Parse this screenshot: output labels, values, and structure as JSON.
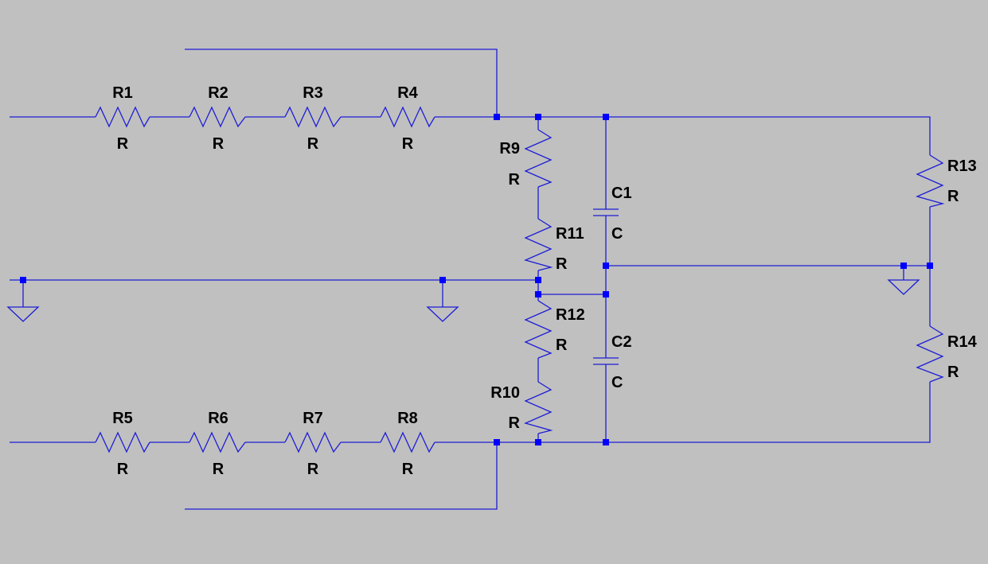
{
  "colors": {
    "background": "#c0c0c0",
    "wire": "#1c1cd6",
    "junction": "#0000ff",
    "label": "#000000"
  },
  "components": {
    "R1": {
      "name": "R1",
      "value": "R"
    },
    "R2": {
      "name": "R2",
      "value": "R"
    },
    "R3": {
      "name": "R3",
      "value": "R"
    },
    "R4": {
      "name": "R4",
      "value": "R"
    },
    "R5": {
      "name": "R5",
      "value": "R"
    },
    "R6": {
      "name": "R6",
      "value": "R"
    },
    "R7": {
      "name": "R7",
      "value": "R"
    },
    "R8": {
      "name": "R8",
      "value": "R"
    },
    "R9": {
      "name": "R9",
      "value": "R"
    },
    "R10": {
      "name": "R10",
      "value": "R"
    },
    "R11": {
      "name": "R11",
      "value": "R"
    },
    "R12": {
      "name": "R12",
      "value": "R"
    },
    "R13": {
      "name": "R13",
      "value": "R"
    },
    "R14": {
      "name": "R14",
      "value": "R"
    },
    "C1": {
      "name": "C1",
      "value": "C"
    },
    "C2": {
      "name": "C2",
      "value": "C"
    }
  },
  "ground_symbols": [
    "ground",
    "ground",
    "ground"
  ]
}
